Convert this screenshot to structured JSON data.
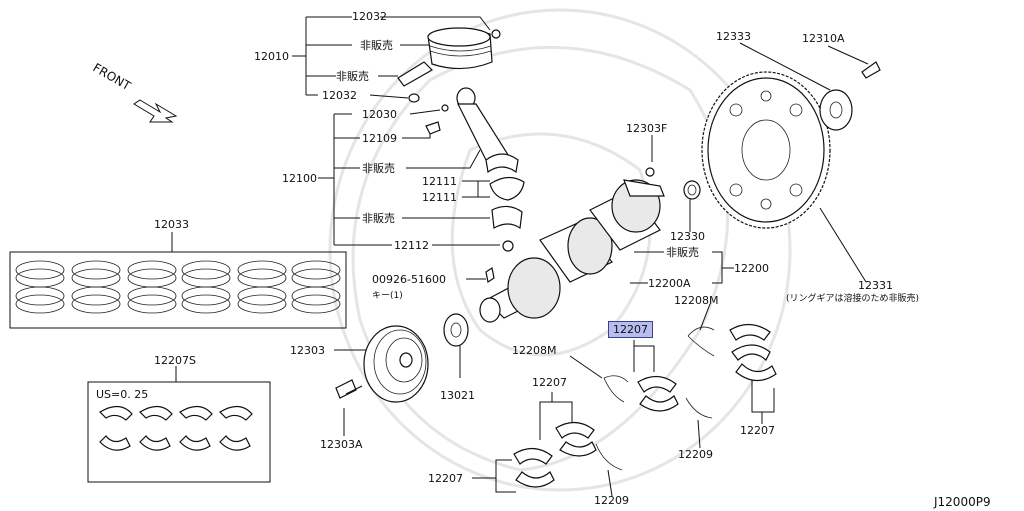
{
  "labels": {
    "p12032_top": "12032",
    "p12010": "12010",
    "nonsale_1": "非販売",
    "nonsale_2": "非販売",
    "p12032_bottom": "12032",
    "p12030": "12030",
    "p12109": "12109",
    "nonsale_3": "非販売",
    "p12100": "12100",
    "p12111_a": "12111",
    "p12111_b": "12111",
    "nonsale_4": "非販売",
    "p12112": "12112",
    "p12033": "12033",
    "p00926": "00926-51600",
    "key_note": "キー(1)",
    "p12303": "12303",
    "p13021": "13021",
    "p12303A": "12303A",
    "p12207S": "12207S",
    "us_note": "US=0. 25",
    "p12303F": "12303F",
    "p12330": "12330",
    "nonsale_5": "非販売",
    "p12200": "12200",
    "p12200A": "12200A",
    "p12333": "12333",
    "p12310A": "12310A",
    "p12331": "12331",
    "ring_gear_note": "(リングギアは溶接のため非販売)",
    "p12208M_right": "12208M",
    "p12207_highlight": "12207",
    "p12208M_left": "12208M",
    "p12207_mid": "12207",
    "p12207_right": "12207",
    "p12209_right": "12209",
    "p12207_bottom": "12207",
    "p12209_bottom": "12209",
    "diagram_code": "J12000P9"
  },
  "front_label": "FRONT",
  "colors": {
    "highlight": "#b8bdf0",
    "line": "#111111"
  }
}
